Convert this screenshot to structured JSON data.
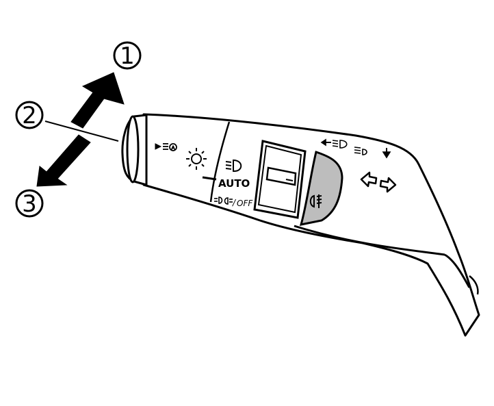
{
  "callouts": [
    {
      "id": "1",
      "text": "1"
    },
    {
      "id": "2",
      "text": "2"
    },
    {
      "id": "3",
      "text": "3"
    }
  ],
  "stalk": {
    "auto_label": "AUTO",
    "off_label": "OFF",
    "off_separator": "/"
  },
  "colors": {
    "ink": "#000000",
    "background": "#ffffff",
    "panel_shadow": "#bdbdbd"
  },
  "icons": [
    "high-beam-auto-icon",
    "parking-light-icon",
    "headlight-icon",
    "side-lamps-icon",
    "rear-fog-light-icon",
    "turn-signal-arrows-icon",
    "direction-arrow-icon"
  ]
}
